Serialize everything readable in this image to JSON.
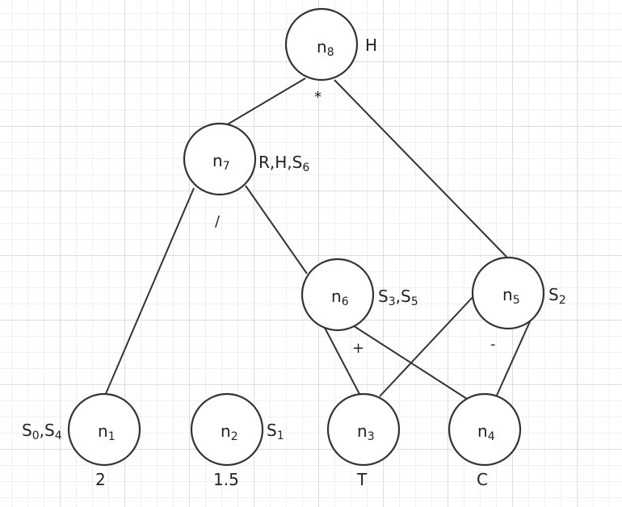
{
  "nodes": {
    "n8": {
      "base": "n",
      "sub": "8",
      "annotation": "H"
    },
    "n7": {
      "base": "n",
      "sub": "7",
      "annotation": "R,H,S",
      "annotation_sub": "6"
    },
    "n6": {
      "base": "n",
      "sub": "6",
      "annotation": "S",
      "annotation_sub": "3",
      "annotation2": ",S",
      "annotation2_sub": "5"
    },
    "n5": {
      "base": "n",
      "sub": "5",
      "annotation": "S",
      "annotation_sub": "2"
    },
    "n1": {
      "base": "n",
      "sub": "1",
      "annotation": "S",
      "annotation_sub": "0",
      "annotation2": ",S",
      "annotation2_sub": "4",
      "value": "2"
    },
    "n2": {
      "base": "n",
      "sub": "2",
      "annotation": "S",
      "annotation_sub": "1",
      "value": "1.5"
    },
    "n3": {
      "base": "n",
      "sub": "3",
      "value": "T"
    },
    "n4": {
      "base": "n",
      "sub": "4",
      "value": "C"
    }
  },
  "operators": {
    "n8": "*",
    "n7": "/",
    "n6": "+",
    "n5": "-"
  }
}
